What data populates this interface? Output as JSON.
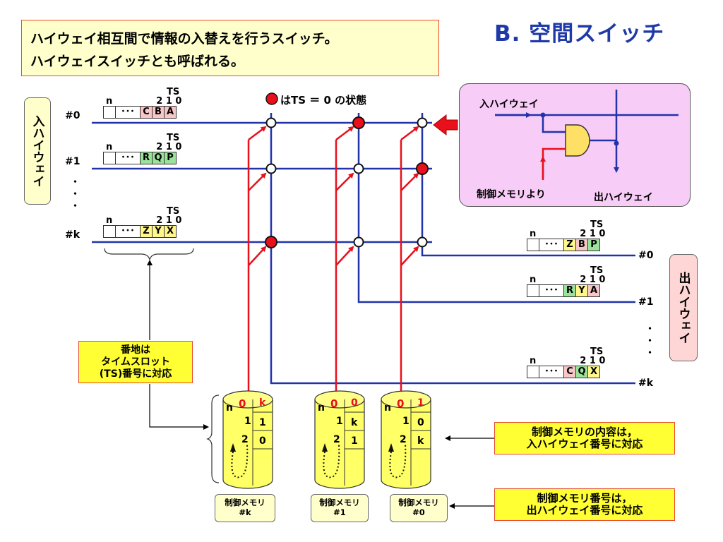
{
  "header": {
    "description_line1": "ハイウェイ相互間で情報の入替えを行うスイッチ。",
    "description_line2": "ハイウェイスイッチとも呼ばれる。",
    "title": "B. 空間スイッチ"
  },
  "legend": {
    "text": "はTS ＝ 0 の状態"
  },
  "input_highways": {
    "label": "入ハイウェイ",
    "ts_label": "TS",
    "ts_numbers": "2 1 0",
    "n_label": "n",
    "dots": "･･･",
    "vertical_dots": "・\n・\n・",
    "rows": [
      {
        "id": "#0",
        "cells": [
          "C",
          "B",
          "A"
        ]
      },
      {
        "id": "#1",
        "cells": [
          "R",
          "Q",
          "P"
        ]
      },
      {
        "id": "#k",
        "cells": [
          "Z",
          "Y",
          "X"
        ]
      }
    ]
  },
  "output_highways": {
    "label": "出ハイウェイ",
    "ts_label": "TS",
    "ts_numbers": "2 1 0",
    "n_label": "n",
    "dots": "･･･",
    "vertical_dots": "・\n・\n・",
    "rows": [
      {
        "id": "#0",
        "cells": [
          "Z",
          "B",
          "P"
        ]
      },
      {
        "id": "#1",
        "cells": [
          "R",
          "Y",
          "A"
        ]
      },
      {
        "id": "#k",
        "cells": [
          "C",
          "Q",
          "X"
        ]
      }
    ]
  },
  "callout": {
    "input_label": "入ハイウェイ",
    "control_label": "制御メモリより",
    "output_label": "出ハイウェイ"
  },
  "notes": {
    "address_line1": "番地は",
    "address_line2": "タイムスロット",
    "address_line3": "(TS)番号に対応",
    "content_line1": "制御メモリの内容は，",
    "content_line2": "入ハイウェイ番号に対応",
    "number_line1": "制御メモリ番号は，",
    "number_line2": "出ハイウェイ番号に対応"
  },
  "memories": [
    {
      "label_line1": "制御メモリ",
      "label_line2": "#k",
      "addr": [
        "n",
        "0",
        "1",
        "2"
      ],
      "values": [
        "k",
        "1",
        "0"
      ]
    },
    {
      "label_line1": "制御メモリ",
      "label_line2": "#1",
      "addr": [
        "n",
        "0",
        "1",
        "2"
      ],
      "values": [
        "0",
        "k",
        "1"
      ]
    },
    {
      "label_line1": "制御メモリ",
      "label_line2": "#0",
      "addr": [
        "n",
        "0",
        "1",
        "2"
      ],
      "values": [
        "1",
        "0",
        "k"
      ]
    }
  ],
  "colors": {
    "highway": "#2233aa",
    "control": "#e8101a",
    "active_node": "#e8101a",
    "title": "#1f3aa8"
  }
}
